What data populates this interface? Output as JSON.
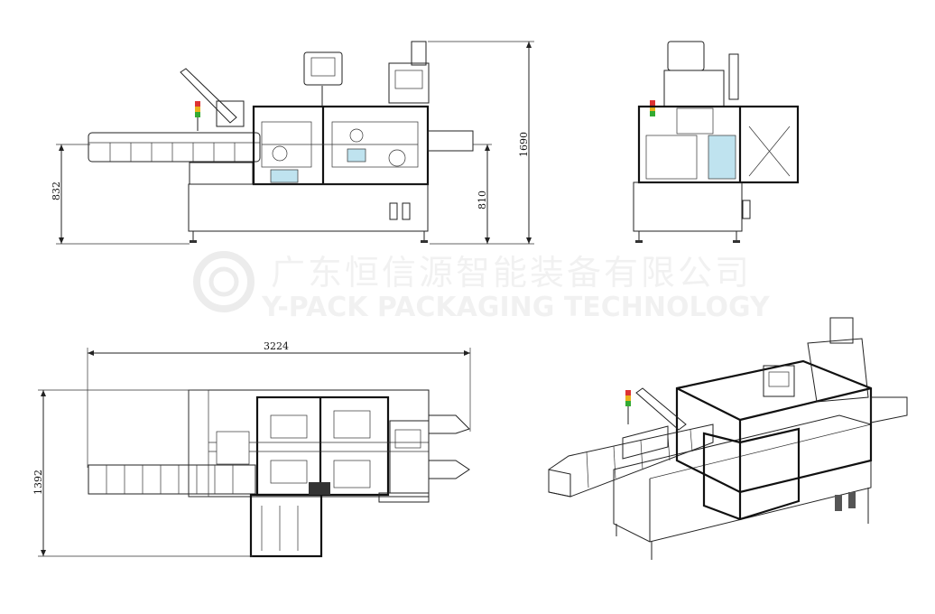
{
  "dimensions": {
    "side_height_left": "832",
    "side_height_right_inner": "810",
    "side_height_total": "1690",
    "top_length": "3224",
    "top_width": "1392"
  },
  "watermark": {
    "chinese": "广东恒信源智能装备有限公司",
    "english": "Y-PACK PACKAGING TECHNOLOGY"
  },
  "colors": {
    "line": "#222222",
    "light_blue": "#bfe3ef",
    "steel": "#d9d9d9",
    "frame": "#111111"
  }
}
